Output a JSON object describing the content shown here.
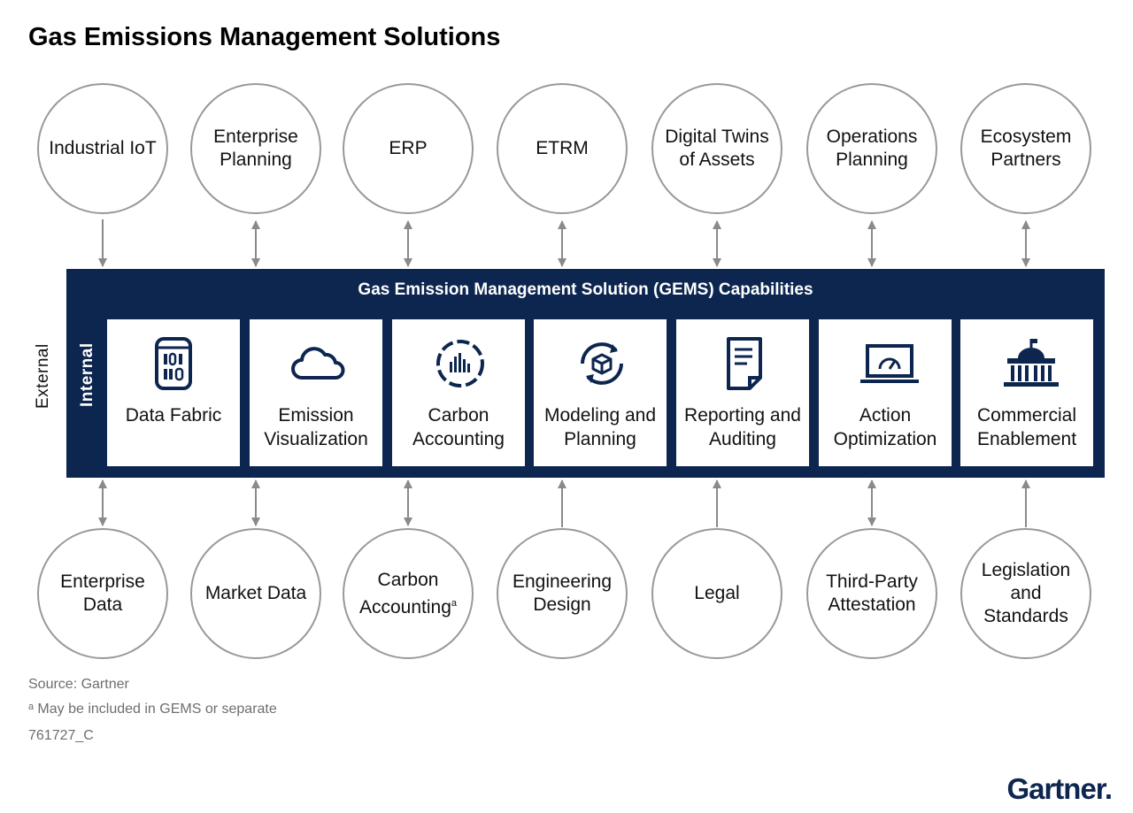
{
  "title": "Gas Emissions Management Solutions",
  "colors": {
    "navy": "#0d2650",
    "circle_border": "#999999",
    "arrow": "#8a8a8a"
  },
  "top_circles": [
    {
      "label": "Industrial IoT"
    },
    {
      "label": "Enterprise Planning"
    },
    {
      "label": "ERP"
    },
    {
      "label": "ETRM"
    },
    {
      "label": "Digital Twins of Assets"
    },
    {
      "label": "Operations Planning"
    },
    {
      "label": "Ecosystem Partners"
    }
  ],
  "gems": {
    "title": "Gas Emission Management Solution (GEMS) Capabilities",
    "internal_label": "Internal",
    "external_label": "External",
    "capabilities": [
      {
        "label": "Data Fabric",
        "icon": "database-icon"
      },
      {
        "label": "Emission Visualization",
        "icon": "cloud-icon"
      },
      {
        "label": "Carbon Accounting",
        "icon": "accounting-chart-icon"
      },
      {
        "label": "Modeling and Planning",
        "icon": "cube-cycle-icon"
      },
      {
        "label": "Reporting and Auditing",
        "icon": "document-icon"
      },
      {
        "label": "Action Optimization",
        "icon": "laptop-gauge-icon"
      },
      {
        "label": "Commercial Enablement",
        "icon": "building-icon"
      }
    ]
  },
  "bottom_circles": [
    {
      "label": "Enterprise Data"
    },
    {
      "label": "Market Data"
    },
    {
      "label": "Carbon Accounting",
      "sup": "a"
    },
    {
      "label": "Engineering Design"
    },
    {
      "label": "Legal"
    },
    {
      "label": "Third-Party Attestation"
    },
    {
      "label": "Legislation and Standards"
    }
  ],
  "footer": {
    "source": "Source: Gartner",
    "note": "ᵃ May be included in GEMS or separate",
    "code": "761727_C"
  },
  "logo": "Gartner."
}
